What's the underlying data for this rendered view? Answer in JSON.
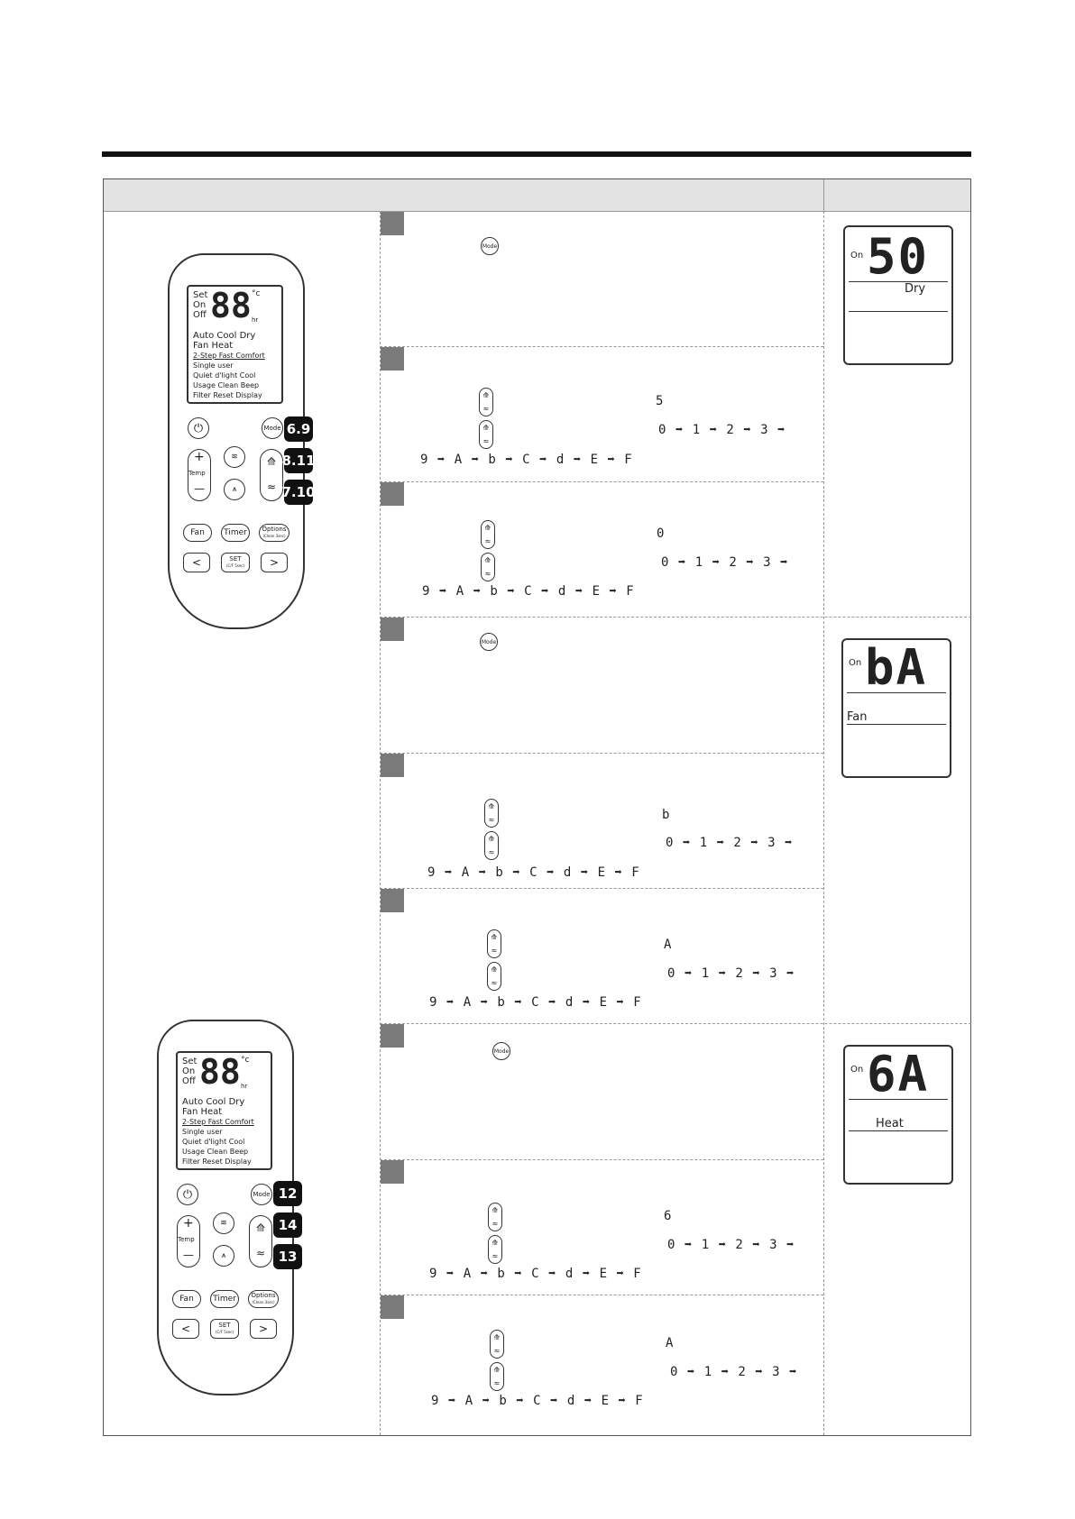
{
  "remote_common": {
    "screen_rows": [
      "Set",
      "On",
      "Off"
    ],
    "screen_big": "88",
    "screen_unit": "°c",
    "screen_hr": "hr",
    "modes_row1": "Auto  Cool  Dry",
    "modes_row2": "Fan   Heat",
    "row_2step": "2-Step  Fast  Comfort",
    "row_single": "Single user",
    "row_quiet": "Quiet  d'light Cool",
    "row_usage": "Usage    Clean    Beep",
    "row_filter": "Filter Reset    Display",
    "btn_mode": "Mode",
    "btn_temp": "Temp",
    "btn_fan": "Fan",
    "btn_timer": "Timer",
    "btn_options": "Options",
    "btn_options_sub": "(Clean 3sec)",
    "btn_set": "SET",
    "btn_set_sub": "(C/F 5sec)",
    "plus": "+",
    "minus": "—",
    "left": "<",
    "right": ">"
  },
  "remote1": {
    "callouts": [
      "6.9",
      "8.11",
      "7.10"
    ]
  },
  "remote2": {
    "callouts": [
      "12",
      "14",
      "13"
    ]
  },
  "mode_btn": "Mode",
  "sequence_top": "0 ➡ 1 ➡ 2 ➡ 3 ➡",
  "sequence_bottom": "9 ➡ A ➡ b ➡ C ➡ d ➡ E ➡ F",
  "steps": [
    {
      "digit": "5"
    },
    {
      "digit": "0"
    },
    {
      "digit": "b"
    },
    {
      "digit": "A"
    },
    {
      "digit": "6"
    },
    {
      "digit": "A"
    }
  ],
  "lcd_panels": [
    {
      "on": "On",
      "big": "50",
      "label": "Dry"
    },
    {
      "on": "On",
      "big": "bA",
      "label": "Fan"
    },
    {
      "on": "On",
      "big": "6A",
      "label": "Heat"
    }
  ]
}
